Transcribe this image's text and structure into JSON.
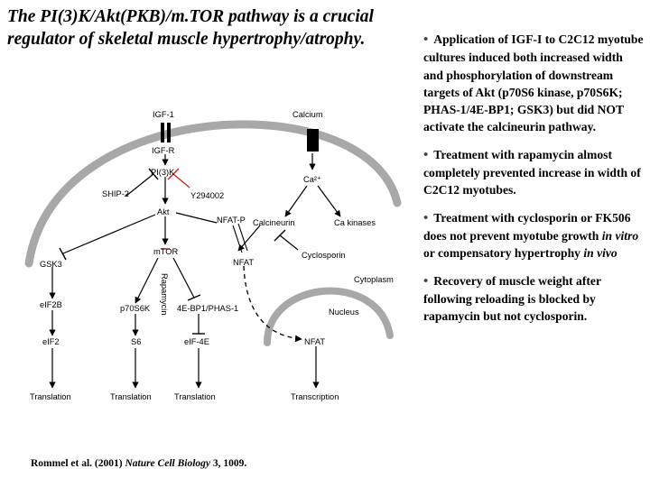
{
  "title": "The PI(3)K/Akt(PKB)/m.TOR pathway is a crucial regulator of skeletal muscle hypertrophy/atrophy.",
  "bullets": [
    {
      "parts": [
        "Application of IGF-I to C2C12 myotube cultures induced both increased width and phosphorylation of downstream targets of Akt (p70S6 kinase, p70S6K; PHAS-1/4E-BP1; GSK3) but did NOT activate the calcineurin pathway."
      ]
    },
    {
      "parts": [
        "Treatment with rapamycin almost completely prevented increase in width of C2C12 myotubes."
      ]
    },
    {
      "parts": [
        "Treatment with cyclosporin or FK506 does not prevent myotube growth ",
        "in vitro",
        " or compensatory hypertrophy ",
        "in vivo"
      ]
    },
    {
      "parts": [
        "Recovery of muscle weight after following reloading is blocked by rapamycin but not cyclosporin."
      ]
    }
  ],
  "citation": {
    "authors": "Rommel et al. (2001) ",
    "journal": "Nature Cell Biology",
    "volume": " 3, 1009."
  },
  "diagram": {
    "labels": {
      "igf1": "IGF-1",
      "calcium": "Calcium",
      "igfr": "IGF-R",
      "ca2": "Ca²⁺",
      "pi3k": "PI(3)K",
      "ship2": "SHIP-2",
      "y294002": "Y294002",
      "akt": "Akt",
      "nfatp": "NFAT-P",
      "calcineurin": "Calcineurin",
      "cakinases": "Ca kinases",
      "mtor": "mTOR",
      "nfat": "NFAT",
      "cyclosporin": "Cyclosporin",
      "gsk3": "GSK3",
      "rapamycin": "Rapamycin",
      "cytoplasm": "Cytoplasm",
      "eif2b": "eIF2B",
      "p70s6k": "p70S6K",
      "bp1": "4E-BP1/PHAS-1",
      "nucleus": "Nucleus",
      "eif2": "eIF2",
      "s6": "S6",
      "eif4e": "eIF-4E",
      "nfat_nuc": "NFAT",
      "translation1": "Translation",
      "translation2": "Translation",
      "translation3": "Translation",
      "transcription": "Transcription"
    },
    "colors": {
      "inhibitor": "#cc2222",
      "compartment": "#0055aa",
      "nucleus": "#2e8b57",
      "membrane": "#a8a8a8"
    }
  }
}
